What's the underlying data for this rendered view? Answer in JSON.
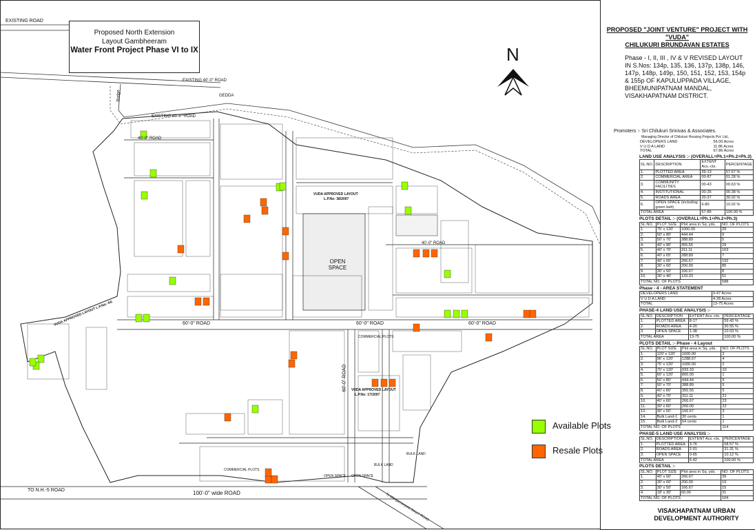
{
  "title": {
    "line1": "Proposed North Extension",
    "line2": "Layout Gambheeram",
    "line3": "Water Front Project Phase VI to IX"
  },
  "project": {
    "heading1": "PROPOSED \"JOINT VENTURE\" PROJECT WITH",
    "heading2": "\"VUDA\"",
    "heading3": "CHILUKURI BRUNDAVAN ESTATES",
    "description": "Phase - I, II, III , IV & V REVISED LAYOUT IN S.Nos: 134p, 135, 136, 137p, 138p, 146, 147p, 148p, 149p, 150, 151, 152, 153, 154p & 155p OF KAPULUPPADA VILLAGE, BHEEMUNIPATNAM MANDAL, VISAKHAPATNAM DISTRICT."
  },
  "promoters": {
    "line1": "Promoters :- Sri Chilukuri Srinivas & Associates.",
    "line2": "Managing Director of Chilukuri Housing Projects Pvt. Ltd.,"
  },
  "land_summary": [
    [
      "DEVELOPERS LAND",
      "56.00 Acres"
    ],
    [
      "V U D A LAND",
      "11.86 Acres"
    ],
    [
      "TOTAL",
      "67.86 Acres"
    ]
  ],
  "land_use_overall": {
    "title": "LAND USE ANALYSIS :- (OVERALL=Ph.1+Ph.2+Ph.3)",
    "headers": [
      "SL.NO.",
      "DESCRIPTION",
      "EXTENT Acs.-cts.",
      "PERCENTAGE"
    ],
    "rows": [
      [
        "1.",
        "PLOTTED AREA",
        "39-13",
        "57.67 %"
      ],
      [
        "2.",
        "COMMERCIAL AREA",
        "00-87",
        "01.28 %"
      ],
      [
        "3.",
        "COMMUNITY FACILITIES",
        "00-43",
        "00.63 %"
      ],
      [
        "4.",
        "INSTITUTIONAL",
        "00-26",
        "00.38 %"
      ],
      [
        "5.",
        "ROADS AREA",
        "20-37",
        "30.02 %"
      ],
      [
        "6.",
        "OPEN SPACE (including green belt)",
        "6-80",
        "10.02 %"
      ]
    ],
    "total": [
      "TOTAL AREA",
      "67-86",
      "100.00 %"
    ]
  },
  "plots_overall": {
    "title": "PLOTS DETAIL :- (OVERALL=Ph.1+Ph.2+Ph.3)",
    "headers": [
      "SL.NO.",
      "PLOT SIZE",
      "Plot area in Sq. yds.",
      "NO. OF PLOTS"
    ],
    "rows": [
      [
        "1.",
        "75' x 120'",
        "1000.00",
        "39"
      ],
      [
        "2.",
        "50' x 80'",
        "444.44",
        "9"
      ],
      [
        "3.",
        "50' x 70'",
        "388.89",
        "5"
      ],
      [
        "4.",
        "40' x 80'",
        "355.55",
        "29"
      ],
      [
        "5.",
        "40' x 70'",
        "311.11",
        "163"
      ],
      [
        "6.",
        "40' x 65'",
        "288.89",
        "7"
      ],
      [
        "7.",
        "40' x 60'",
        "266.67",
        "192"
      ],
      [
        "8.",
        "30' x 60'",
        "200.00",
        "85"
      ],
      [
        "9.",
        "30' x 50'",
        "166.67",
        "8"
      ],
      [
        "10.",
        "30' x 40'",
        "133.33",
        "51"
      ]
    ],
    "total": [
      "TOTAL NO. OF PLOTS",
      "588"
    ]
  },
  "phase4_area": {
    "title": "Phase - 4 - AREA STATEMENT",
    "rows": [
      [
        "DEVELOPERS LAND",
        "9-47 Acres"
      ],
      [
        "V U D A LAND",
        "4-28 Acres"
      ]
    ],
    "total": [
      "TOTAL",
      "13-75 Acres"
    ]
  },
  "phase4_land_use": {
    "title": "PHASE-4 LAND USE ANALYSIS :-",
    "headers": [
      "SL.NO.",
      "DESCRIPTION",
      "EXTENT Acs.-cts.",
      "PERCENTAGE"
    ],
    "rows": [
      [
        "1.",
        "PLOTTED AREA",
        "8-17",
        "59.42 %"
      ],
      [
        "2.",
        "ROADS AREA",
        "4-20",
        "30.55 %"
      ],
      [
        "3.",
        "OPEN SPACE",
        "1-38",
        "10.03 %"
      ]
    ],
    "total": [
      "TOTAL AREA",
      "13-75",
      "100.00 %"
    ]
  },
  "phase4_plots": {
    "title": "PLOTS DETAIL :- Phase - 4 Layout",
    "headers": [
      "SL.NO.",
      "PLOT SIZE",
      "Plot area in Sq. yds.",
      "NO. OF PLOTS"
    ],
    "rows": [
      [
        "1.",
        "120' x 120'",
        "1600.00",
        "2"
      ],
      [
        "2.",
        "96' x 120'",
        "1288.67",
        "4"
      ],
      [
        "3.",
        "75' x 120'",
        "1000.00",
        "2"
      ],
      [
        "4.",
        "70' x 120'",
        "933.33",
        "10"
      ],
      [
        "5.",
        "60' x 120'",
        "800.00",
        "1"
      ],
      [
        "6.",
        "50' x 80'",
        "444.44",
        "9"
      ],
      [
        "7.",
        "50' x 70'",
        "388.89",
        "5"
      ],
      [
        "8.",
        "40' x 80'",
        "355.55",
        "5"
      ],
      [
        "9.",
        "40' x 70'",
        "311.11",
        "21"
      ],
      [
        "10.",
        "40' x 60'",
        "266.67",
        "23"
      ],
      [
        "11.",
        "30' x 60'",
        "200.00",
        "22"
      ],
      [
        "12.",
        "30' x 50'",
        "166.67",
        "3"
      ],
      [
        "14.",
        "Bulk Land-1",
        "30 cents",
        "1"
      ],
      [
        "15.",
        "Bulk Land-2",
        "64 cents",
        "1"
      ]
    ],
    "total": [
      "TOTAL NO. OF PLOTS",
      "114"
    ]
  },
  "phase5_land_use": {
    "title": "PHASE-5 LAND USE ANALYSIS :-",
    "headers": [
      "SL.NO.",
      "DESCRIPTION",
      "EXTENT Acs.-cts.",
      "PERCENTAGE"
    ],
    "rows": [
      [
        "1.",
        "PLOTTED AREA",
        "3-76",
        "58.57 %"
      ],
      [
        "2.",
        "ROADS AREA",
        "2-01",
        "31.31 %"
      ],
      [
        "3.",
        "OPEN SPACE",
        "0-65",
        "10.12 %"
      ]
    ],
    "total": [
      "TOTAL AREA",
      "6-42",
      "100.00 %"
    ]
  },
  "phase5_plots": {
    "title": "PLOTS DETAIL :-",
    "headers": [
      "SL.NO.",
      "PLOT SIZE",
      "Plot area in Sq. yds.",
      "NO. OF PLOTS"
    ],
    "rows": [
      [
        "1.",
        "40' x 60'",
        "266.67",
        "39"
      ],
      [
        "2.",
        "30' x 60'",
        "200.00",
        "19"
      ],
      [
        "3.",
        "30' x 50'",
        "166.67",
        "15"
      ],
      [
        "4.",
        "18' x 30'",
        "60.00",
        "31"
      ]
    ],
    "total": [
      "TOTAL NO. OF PLOTS",
      "104"
    ]
  },
  "authority": {
    "line1": "VISAKHAPATNAM URBAN",
    "line2": "DEVELOPMENT AUTHORITY"
  },
  "legend": [
    {
      "label": "Available Plots",
      "color": "#99ff00"
    },
    {
      "label": "Resale Plots",
      "color": "#ff6600"
    }
  ],
  "north_label": "N",
  "roads": {
    "existing_road": "EXISTING ROAD",
    "existing_40_road": "EXISTING 40'-0\" ROAD",
    "existing_40_road_2": "EXISTING 40'-0\" ROAD",
    "gedda": "GEDDA",
    "bridge": "Bridge",
    "road_40_a": "40'-0\" ROAD",
    "road_40_b": "40'-0\" ROAD",
    "road_60_a": "60'-0\" ROAD",
    "road_60_b": "60'-0\" ROAD",
    "road_60_c": "60'-0\" ROAD",
    "road_60_v": "60'-0\" ROAD",
    "road_100": "100'-0\" wide ROAD",
    "nh5": "TO N.H.-5 ROAD",
    "open_space": "OPEN SPACE",
    "open_space_2": "OPEN SPACE",
    "open_space_3": "OPEN SPACE",
    "commercial_plots": "COMMERCIAL PLOTS",
    "commercial_plots_2": "COMMERCIAL PLOTS",
    "bulk_land": "BULK LAND",
    "bulk_land_2": "BULK LAND",
    "vuda_approved_1": "VUDA APPROVED LAYOUT",
    "vuda_lp_1": "L.P.No: 38/2007",
    "vuda_approved_2": "VUDA APPROVED LAYOUT",
    "vuda_lp_2": "L.P.No: 17/2007",
    "vuda_approved_3": "VUDA APPROVED LAYOUT L.P.No: 44/",
    "beach_road": "To Mangamaripeta Beach ROAD"
  },
  "map_features": {
    "available_plot_count": 18,
    "resale_plot_count": 24
  }
}
